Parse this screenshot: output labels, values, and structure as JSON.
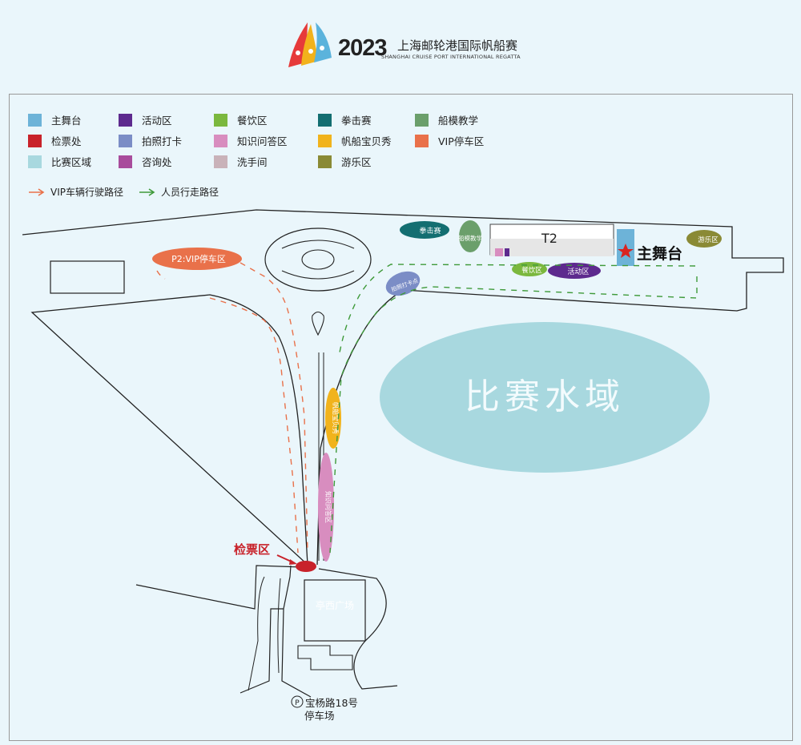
{
  "header": {
    "year": "2023",
    "title_cn": "上海邮轮港国际帆船赛",
    "title_en": "SHANGHAI CRUISE PORT INTERNATIONAL REGATTA",
    "logo_colors": [
      "#e63a3a",
      "#f2b21b",
      "#5bb3dc"
    ]
  },
  "legend": [
    {
      "label": "主舞台",
      "color": "#6db3d8"
    },
    {
      "label": "活动区",
      "color": "#5d2a8e"
    },
    {
      "label": "餐饮区",
      "color": "#7bb83e"
    },
    {
      "label": "拳击赛",
      "color": "#136e71"
    },
    {
      "label": "船模教学",
      "color": "#6b9f6b"
    },
    {
      "label": "检票处",
      "color": "#c8222a"
    },
    {
      "label": "拍照打卡",
      "color": "#7b8dc6"
    },
    {
      "label": "知识问答区",
      "color": "#d88dbf"
    },
    {
      "label": "帆船宝贝秀",
      "color": "#f1b31c"
    },
    {
      "label": "VIP停车区",
      "color": "#e9714a"
    },
    {
      "label": "比赛区域",
      "color": "#a8d8df"
    },
    {
      "label": "咨询处",
      "color": "#a84c9c"
    },
    {
      "label": "洗手间",
      "color": "#c9b2b9"
    },
    {
      "label": "游乐区",
      "color": "#8a8a35"
    }
  ],
  "routes": {
    "vip": {
      "label": "VIP车辆行驶路径",
      "color": "#e9714a"
    },
    "walk": {
      "label": "人员行走路径",
      "color": "#3f9a3a"
    }
  },
  "map": {
    "water_label": "比赛水域",
    "water_color": "#a8d8df",
    "terminal_label": "T2",
    "main_stage_label": "主舞台",
    "vip_parking_label": "P2:VIP停车区",
    "boxing_label": "拳击赛",
    "ship_model_label": "船模教学",
    "amusement_label": "游乐区",
    "dining_label": "餐饮区",
    "activity_label": "活动区",
    "photo_label": "拍照打卡点",
    "baby_show_label": "帆船宝贝秀",
    "quiz_label": "知识问答区",
    "ticket_label": "检票区",
    "square_label": "亭西广场",
    "parking_label_1": "宝杨路18号",
    "parking_label_2": "停车场",
    "parking_icon": "P"
  }
}
